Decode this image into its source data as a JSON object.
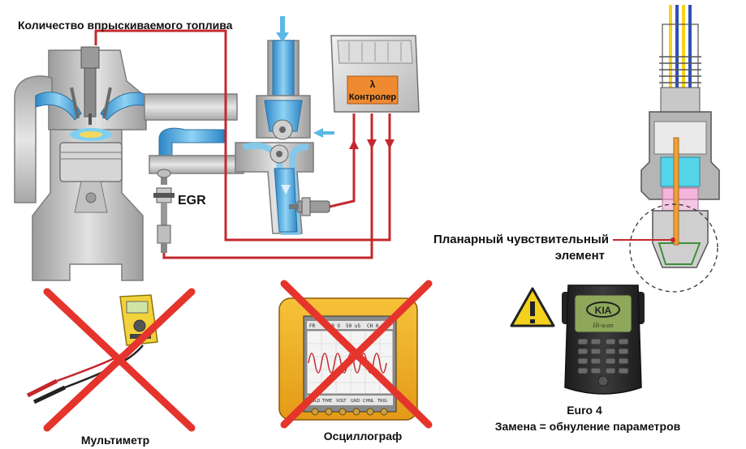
{
  "labels": {
    "fuel_quantity": "Количество впрыскиваемого топлива",
    "egr": "EGR",
    "controller_symbol": "λ",
    "controller": "Контролер",
    "sensor_line1": "Планарный чувствительный",
    "sensor_line2": "элемент",
    "multimeter": "Мультиметр",
    "oscilloscope": "Осциллограф",
    "euro": "Euro 4",
    "replace": "Замена = обнуление параметров"
  },
  "oscilloscope_screen": {
    "top_readout": [
      "FR",
      "2.0 V",
      "50 uS",
      "CH 0"
    ],
    "buttons": [
      "HOLD",
      "TIME",
      "VOLT",
      "GND",
      "CHNL",
      "TRIG"
    ]
  },
  "scanner": {
    "logo": "KIA",
    "subtitle": "Hi-scan"
  },
  "colors": {
    "wire": "#c4282e",
    "coolant": "#5ab8e6",
    "engine_gray": "#b9b9b9",
    "controller_body": "#f08a30",
    "cross": "#e4342c",
    "warning": "#f4d11c"
  }
}
